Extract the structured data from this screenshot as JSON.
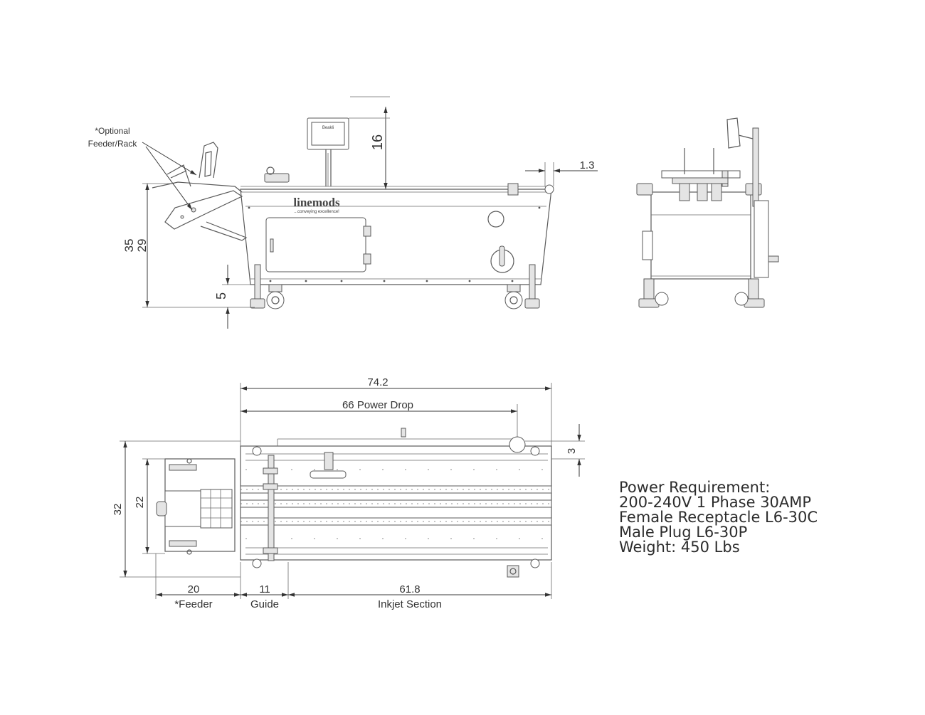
{
  "annotations": {
    "optional_feeder_line1": "*Optional",
    "optional_feeder_line2": "Feeder/Rack",
    "logo": "linemods",
    "logo_tagline": "...conveying excellence!",
    "monitor_label": "Beakli"
  },
  "side_view_dims": {
    "monitor_height": "16",
    "overhang": "1.3",
    "total_height": "35",
    "bed_height": "29",
    "ground_clearance": "5"
  },
  "top_view_dims": {
    "overall_length": "74.2",
    "power_drop": "66 Power Drop",
    "offset": "3",
    "overall_width": "32",
    "feeder_width": "22",
    "feeder_length": "20",
    "feeder_label": "*Feeder",
    "guide_length": "11",
    "guide_label": "Guide",
    "inkjet_length": "61.8",
    "inkjet_label": "Inkjet Section"
  },
  "specs": {
    "title": "Power Requirement:",
    "voltage": "200-240V 1 Phase 30AMP",
    "receptacle": "Female Receptacle L6-30C",
    "plug": "Male Plug L6-30P",
    "weight": "Weight: 450 Lbs"
  }
}
